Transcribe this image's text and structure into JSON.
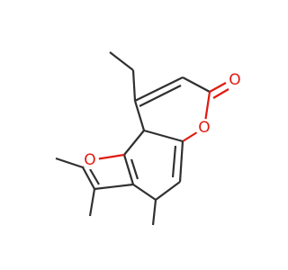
{
  "colors": {
    "bond": "#303030",
    "oxygen": "#e01a10",
    "background": "#ffffff"
  },
  "atoms": {
    "furan_oxygen": "O",
    "pyranone_ring_oxygen": "O",
    "carbonyl_oxygen": "O"
  }
}
